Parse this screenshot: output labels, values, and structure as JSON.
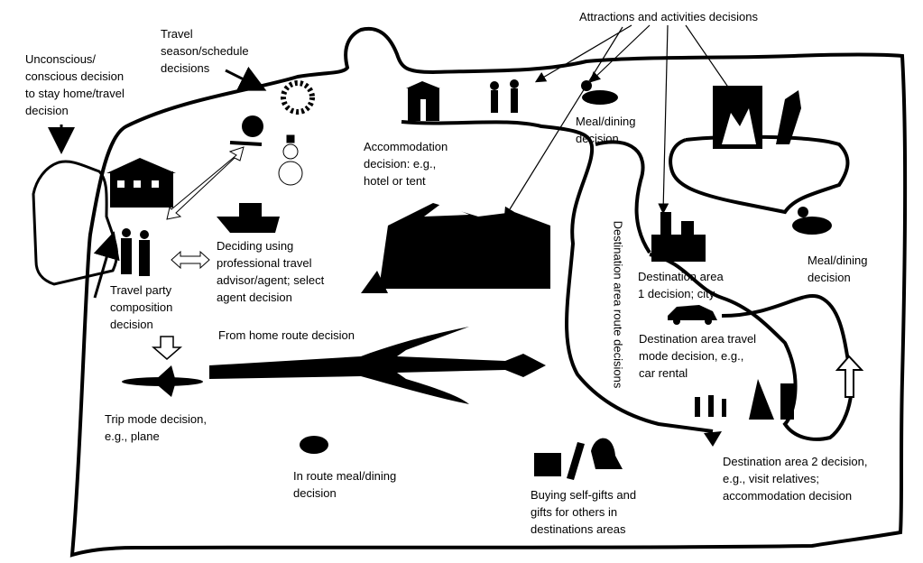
{
  "labels": {
    "stay_home": [
      "Unconscious/",
      "conscious decision",
      "to stay home/travel",
      "decision"
    ],
    "season": [
      "Travel",
      "season/schedule",
      "decisions"
    ],
    "attractions": [
      "Attractions and activities decisions"
    ],
    "accommodation": [
      "Accommodation",
      "decision: e.g.,",
      "hotel or tent"
    ],
    "meal_top": [
      "Meal/dining",
      "decision"
    ],
    "agent": [
      "Deciding using",
      "professional travel",
      "advisor/agent; select",
      "agent decision"
    ],
    "party": [
      "Travel party",
      "composition",
      "decision"
    ],
    "from_home": [
      "From home route decision"
    ],
    "trip_mode": [
      "Trip mode decision,",
      "e.g., plane"
    ],
    "in_route_meal": [
      "In route meal/dining",
      "decision"
    ],
    "gifts": [
      "Buying self-gifts and",
      "gifts for others in",
      "destinations areas"
    ],
    "dest1": [
      "Destination area",
      "1 decision; city"
    ],
    "dest_mode": [
      "Destination area travel",
      "mode decision, e.g.,",
      "car rental"
    ],
    "dest2": [
      "Destination area 2 decision,",
      "e.g., visit relatives;",
      "accommodation decision"
    ],
    "meal_right": [
      "Meal/dining",
      "decision"
    ],
    "dest_route": "Destination area route decisions"
  }
}
